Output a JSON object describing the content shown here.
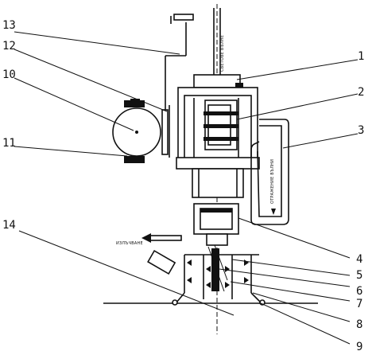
{
  "callouts": [
    "1",
    "2",
    "3",
    "4",
    "5",
    "6",
    "7",
    "8",
    "9",
    "10",
    "11",
    "12",
    "13",
    "14"
  ],
  "flow_labels": {
    "top": "СВЕТОВЕ ВЪЛНЕ",
    "side": "ОТРАЖЕНИЕ ВЪЛНИ",
    "left": "ИЗЛЪЧВАНЕ"
  }
}
